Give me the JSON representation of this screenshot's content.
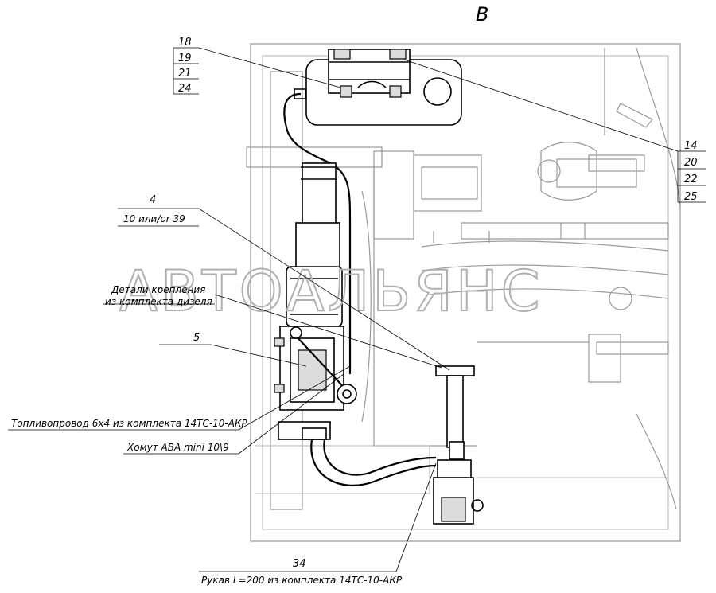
{
  "view_letter": "В",
  "watermark": "АВТОАЛЬЯНС",
  "callouts": {
    "top_left": [
      "18",
      "19",
      "21",
      "24"
    ],
    "right": [
      "14",
      "20",
      "22",
      "25"
    ],
    "item4": {
      "number": "4",
      "text": "10 или/or 39"
    },
    "item5": {
      "number": "5"
    },
    "item34": {
      "number": "34",
      "text": "Рукав L=200 из комплекта 14ТС-10-АКР"
    }
  },
  "notes": {
    "fasteners": [
      "Детали крепления",
      "из комплекта дизеля"
    ],
    "fuel_line": "Топливопровод 6х4 из комплекта 14ТС-10-АКР",
    "clamp": "Хомут ABA mini 10\\9"
  }
}
